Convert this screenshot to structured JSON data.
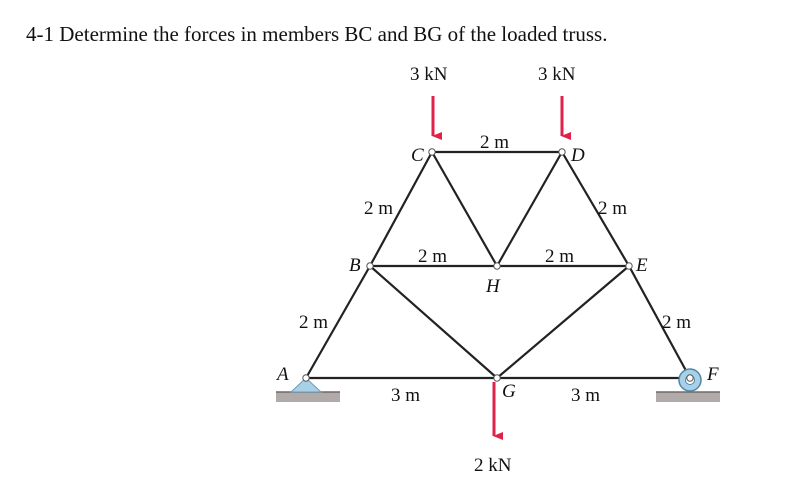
{
  "problem": {
    "title": "4-1 Determine the forces in members BC and BG of the loaded truss."
  },
  "nodes": {
    "A": "A",
    "B": "B",
    "C": "C",
    "D": "D",
    "E": "E",
    "F": "F",
    "G": "G",
    "H": "H"
  },
  "dimensions": {
    "AB": "2 m",
    "BC": "2 m",
    "CD": "2 m",
    "DE": "2 m",
    "EF": "2 m",
    "BH": "2 m",
    "HE": "2 m",
    "AG": "3 m",
    "GF": "3 m"
  },
  "loads": {
    "C": "3 kN",
    "D": "3 kN",
    "G": "2 kN"
  },
  "colors": {
    "load_arrow": "#e0224a",
    "member": "#222222",
    "support": "#a8d0e6",
    "ground": "#b0aba8"
  }
}
